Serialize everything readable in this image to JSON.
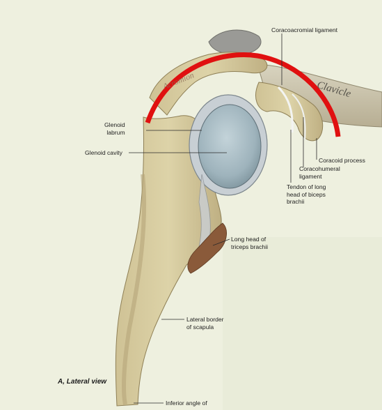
{
  "labels": {
    "coracoacromial_ligament": "Coracoacromial ligament",
    "glenoid_labrum": "Glenoid\nlabrum",
    "glenoid_cavity": "Glenoid cavity",
    "coracoid_process": "Coracoid process",
    "coracohumeral_ligament": "Coracohumeral\nligament",
    "tendon_biceps": "Tendon of long\nhead of biceps\nbrachii",
    "long_head_triceps": "Long head of\ntriceps brachii",
    "lateral_border": "Lateral border\nof scapula",
    "inferior_angle": "Inferior angle of"
  },
  "bone_lettering": {
    "clavicle": "Clavicle",
    "acromion": "Acromion"
  },
  "caption": "A, Lateral view",
  "colors": {
    "background": "#eef0df",
    "bone": "#d8cda0",
    "bone_shade": "#b9a878",
    "glenoid_cavity": "#a9bcc4",
    "labrum": "#c7cdd2",
    "annotation_arc": "#e01010",
    "muscle": "#8a5a3a"
  }
}
